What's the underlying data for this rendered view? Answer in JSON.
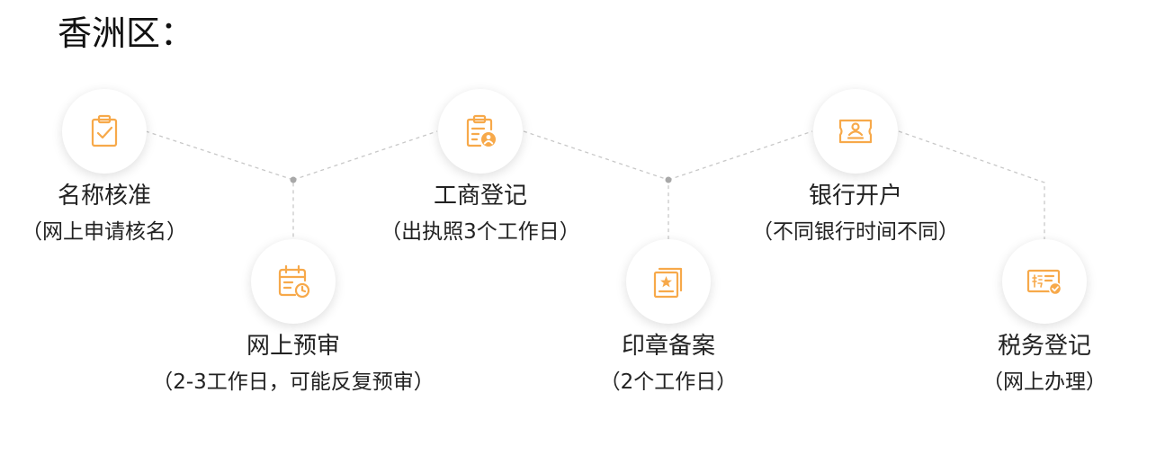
{
  "title": "香洲区：",
  "accent_color": "#F7A94A",
  "steps": [
    {
      "name": "名称核准",
      "note": "（网上申请核名）",
      "icon": "clipboard-check-icon"
    },
    {
      "name": "网上预审",
      "note": "（2-3工作日，可能反复预审）",
      "icon": "calendar-clock-icon"
    },
    {
      "name": "工商登记",
      "note": "（出执照3个工作日）",
      "icon": "clipboard-user-icon"
    },
    {
      "name": "印章备案",
      "note": "（2个工作日）",
      "icon": "certificate-star-icon"
    },
    {
      "name": "银行开户",
      "note": "（不同银行时间不同）",
      "icon": "id-card-icon"
    },
    {
      "name": "税务登记",
      "note": "（网上办理）",
      "icon": "tax-certificate-icon"
    }
  ]
}
